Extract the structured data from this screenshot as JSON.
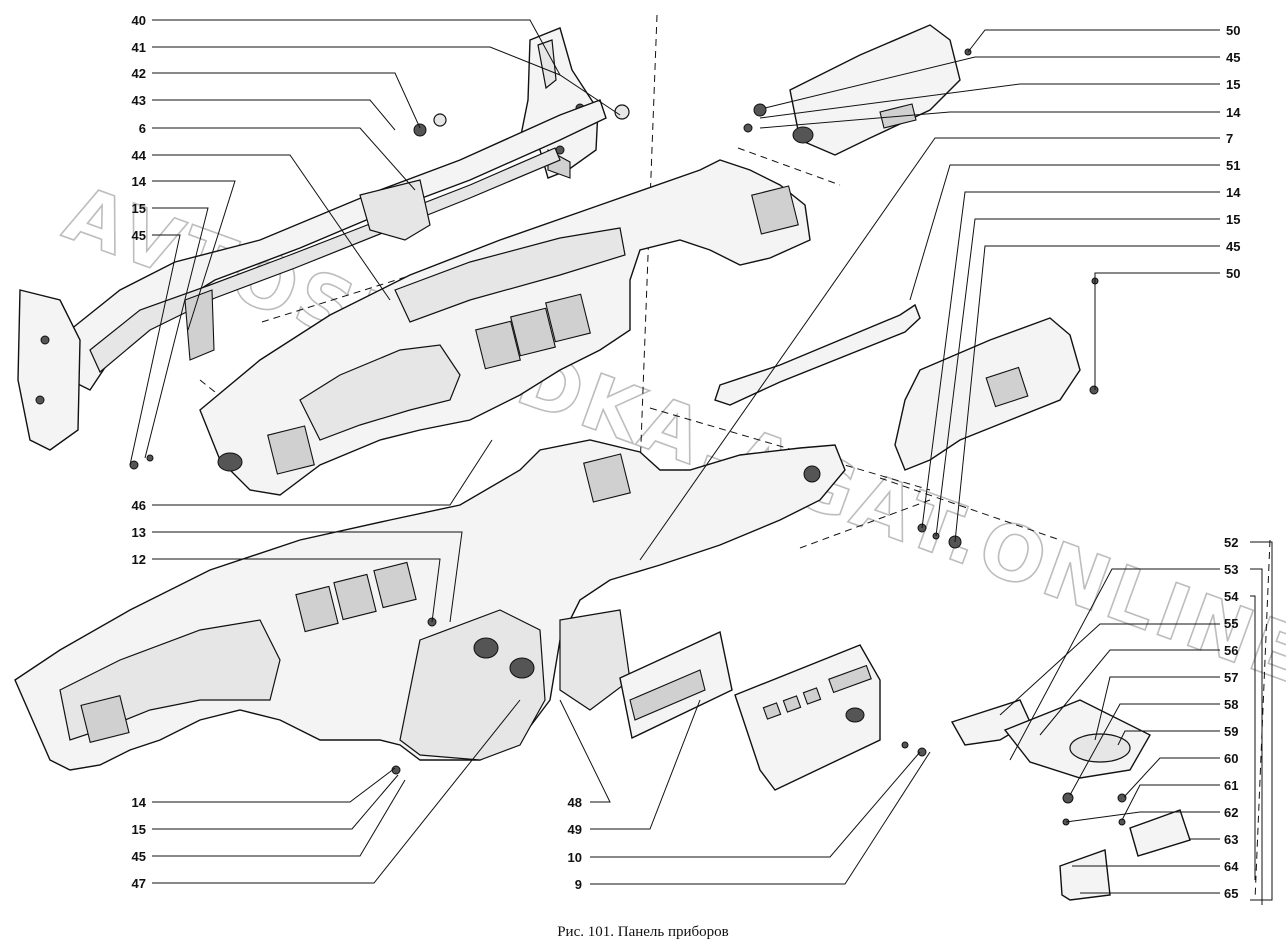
{
  "caption": "Рис. 101. Панель приборов",
  "watermark": "AVTOSKLADKA.AGAT.ONLINE",
  "callouts_left": [
    "40",
    "41",
    "42",
    "43",
    "6",
    "44",
    "14",
    "15",
    "45",
    "46",
    "13",
    "12",
    "14",
    "15",
    "45",
    "47"
  ],
  "callouts_bottom": [
    "48",
    "49",
    "10",
    "9"
  ],
  "callouts_right": [
    "50",
    "45",
    "15",
    "14",
    "7",
    "51",
    "14",
    "15",
    "45",
    "50",
    "52",
    "53",
    "54",
    "55",
    "56",
    "57",
    "58",
    "59",
    "60",
    "61",
    "62",
    "63",
    "64",
    "65"
  ]
}
